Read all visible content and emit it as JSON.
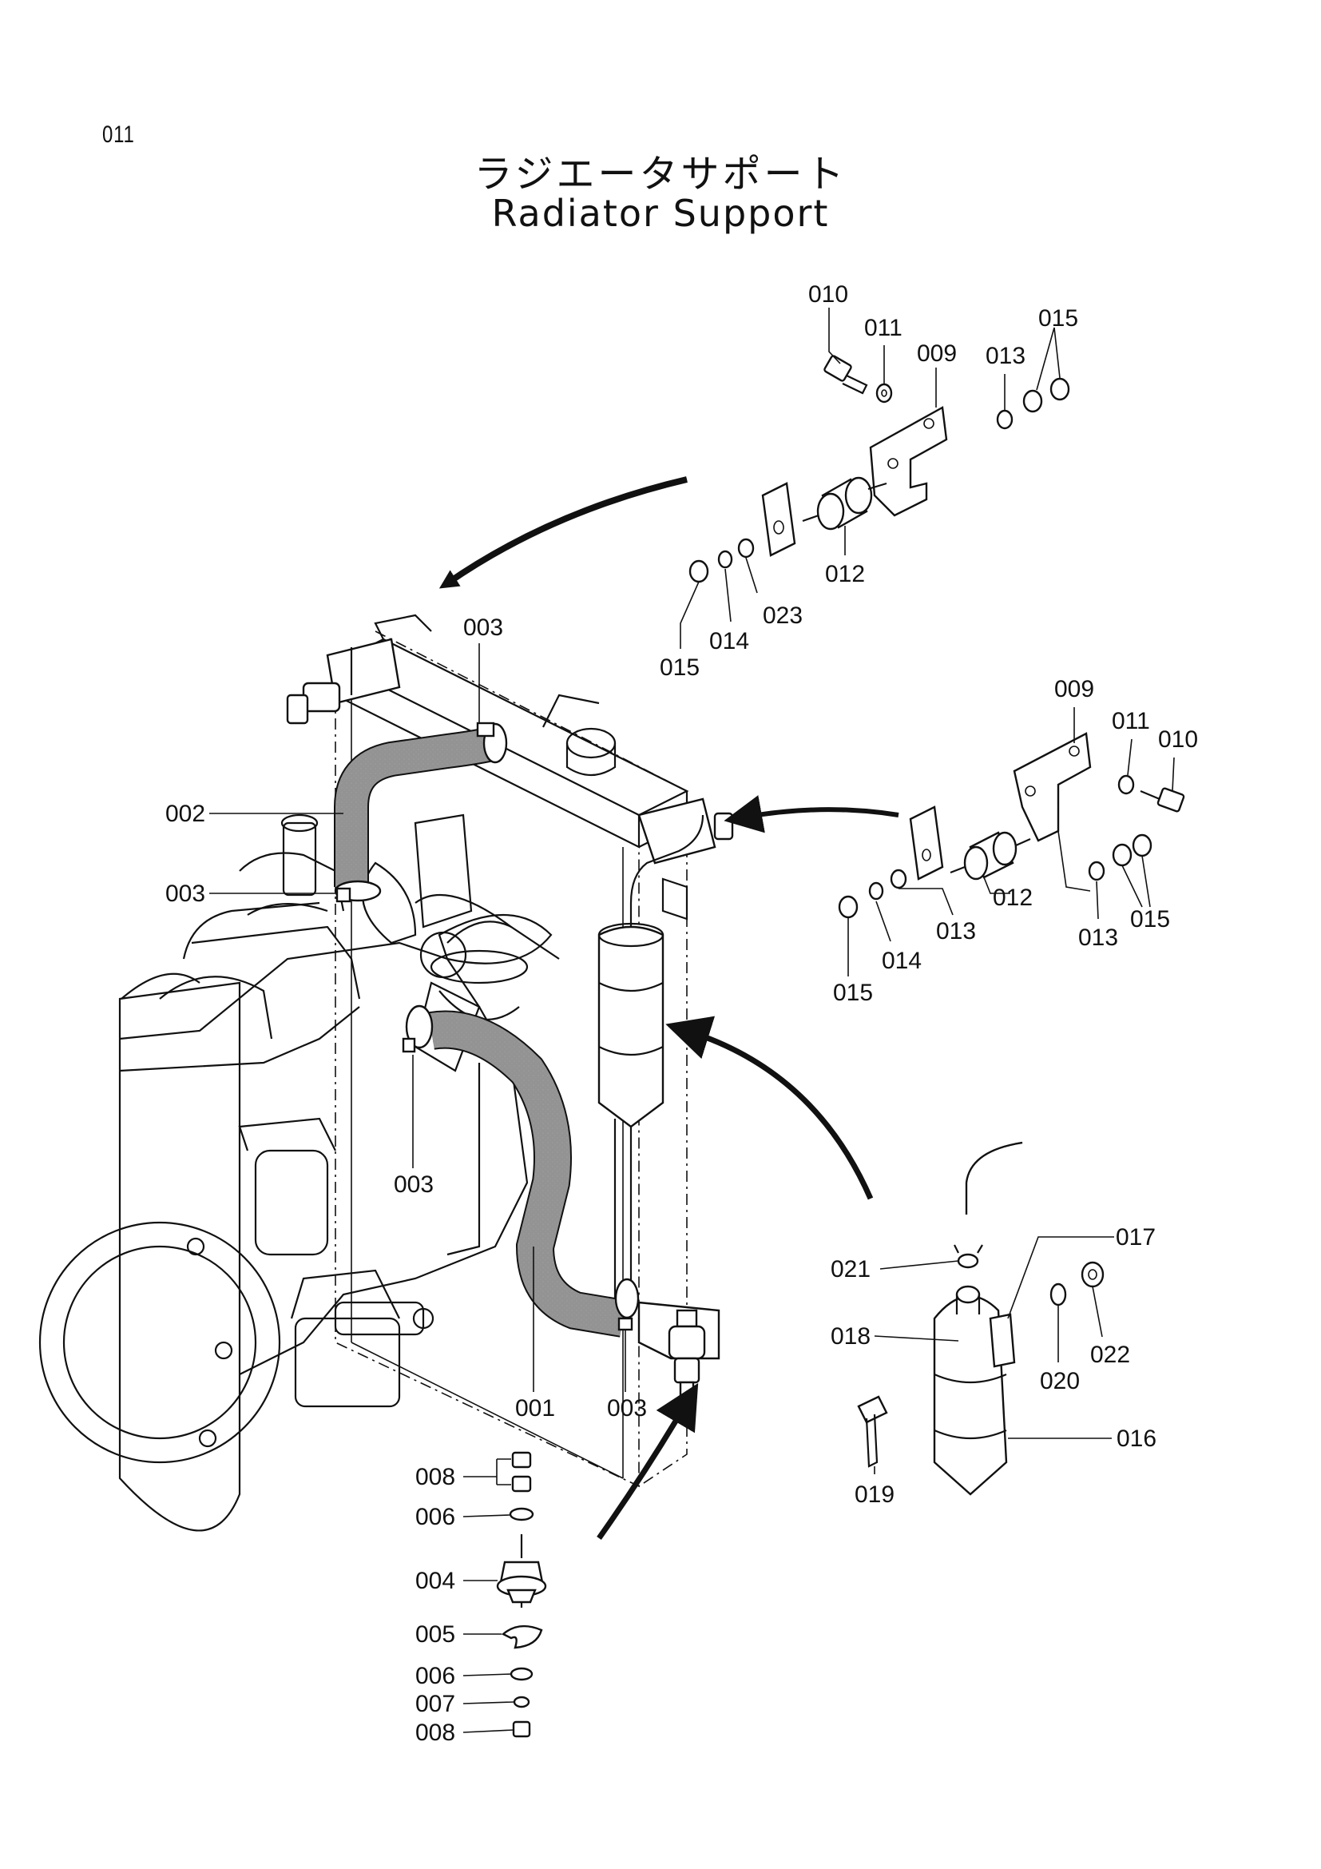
{
  "page": {
    "number": "011",
    "title_jp": "ラジエータサポート",
    "title_en": "Radiator Support"
  },
  "callouts": [
    "001",
    "002",
    "003",
    "003",
    "003",
    "003",
    "004",
    "005",
    "006",
    "006",
    "007",
    "008",
    "008",
    "009",
    "009",
    "010",
    "010",
    "011",
    "011",
    "012",
    "012",
    "013",
    "013",
    "013",
    "014",
    "014",
    "015",
    "015",
    "015",
    "015",
    "016",
    "017",
    "018",
    "019",
    "020",
    "021",
    "022",
    "023"
  ],
  "labels": {
    "c001": "001",
    "c002": "002",
    "c003a": "003",
    "c003b": "003",
    "c003c": "003",
    "c003d": "003",
    "c004": "004",
    "c005": "005",
    "c006a": "006",
    "c006b": "006",
    "c007": "007",
    "c008a": "008",
    "c008b": "008",
    "c009a": "009",
    "c009b": "009",
    "c010a": "010",
    "c010b": "010",
    "c011a": "011",
    "c011b": "011",
    "c012a": "012",
    "c012b": "012",
    "c013a": "013",
    "c013b": "013",
    "c013c": "013",
    "c014a": "014",
    "c014b": "014",
    "c015a": "015",
    "c015b": "015",
    "c015c": "015",
    "c015d": "015",
    "c016": "016",
    "c017": "017",
    "c018": "018",
    "c019": "019",
    "c020": "020",
    "c021": "021",
    "c022": "022",
    "c023": "023"
  }
}
